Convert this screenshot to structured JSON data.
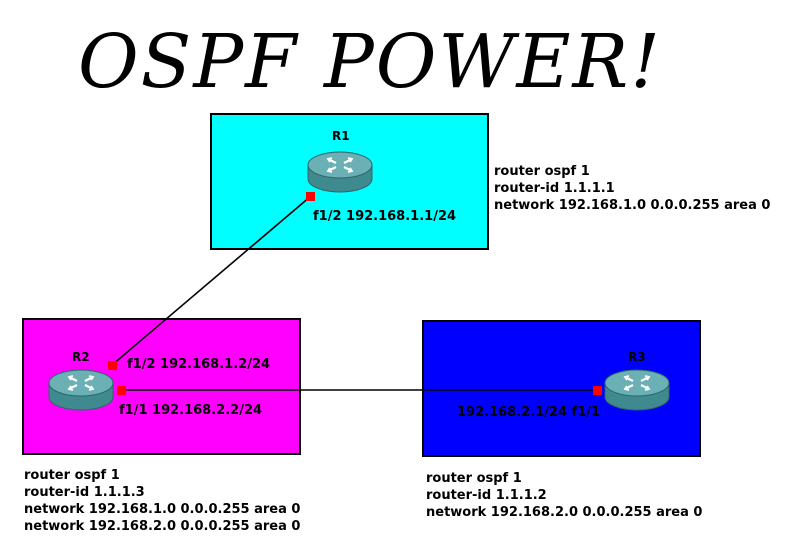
{
  "title": "OSPF POWER!",
  "colors": {
    "area_r1": "#00ffff",
    "area_r2": "#ff00ff",
    "area_r3": "#0000ff",
    "port": "#ff0000",
    "router_body": "#3f8a8e"
  },
  "routers": {
    "r1": {
      "name": "R1",
      "icon": "router-icon"
    },
    "r2": {
      "name": "R2",
      "icon": "router-icon"
    },
    "r3": {
      "name": "R3",
      "icon": "router-icon"
    }
  },
  "interfaces": {
    "r1_f12": "f1/2 192.168.1.1/24",
    "r2_f12": "f1/2 192.168.1.2/24",
    "r2_f11": "f1/1 192.168.2.2/24",
    "r3_f11": "192.168.2.1/24 f1/1"
  },
  "configs": {
    "r1": [
      "router ospf 1",
      "router-id 1.1.1.1",
      "network 192.168.1.0 0.0.0.255 area 0"
    ],
    "r2": [
      "router ospf 1",
      "router-id 1.1.1.3",
      "network 192.168.1.0 0.0.0.255 area 0",
      "network 192.168.2.0 0.0.0.255 area 0"
    ],
    "r3": [
      "router ospf 1",
      "router-id 1.1.1.2",
      "network 192.168.2.0 0.0.0.255 area 0"
    ]
  }
}
